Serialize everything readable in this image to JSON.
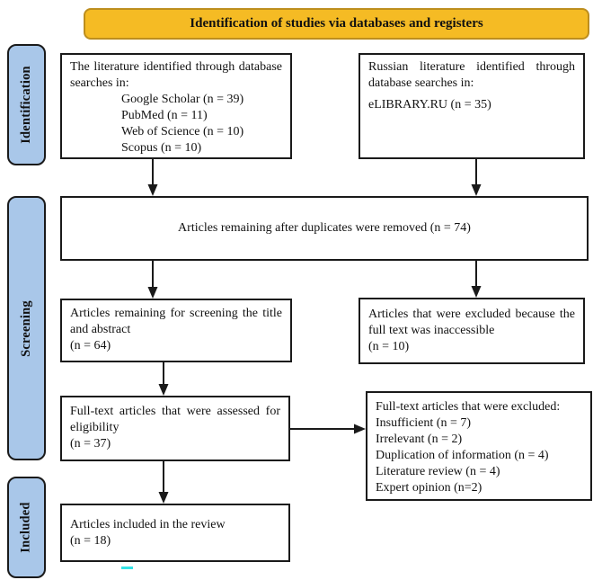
{
  "colors": {
    "banner_fill": "#F5BB24",
    "banner_border": "#BD8E1E",
    "sidebar_fill": "#A9C7E9",
    "box_border": "#1A1A1A",
    "highlight_mark": "#35E3E6"
  },
  "banner": {
    "title": "Identification of studies via databases and registers"
  },
  "sidebar": {
    "stages": [
      {
        "label": "Identification"
      },
      {
        "label": "Screening"
      },
      {
        "label": "Included"
      }
    ]
  },
  "flow": {
    "databases_left": {
      "intro": "The literature identified through database searches in:",
      "sources": [
        "Google Scholar (n = 39)",
        "PubMed (n = 11)",
        "Web of Science (n = 10)",
        "Scopus (n = 10)"
      ]
    },
    "databases_right": {
      "intro": "Russian literature identified through database searches in:",
      "source": "eLIBRARY.RU (n = 35)"
    },
    "duplicates_removed": {
      "text": "Articles remaining after duplicates were removed (n = 74)"
    },
    "screening": {
      "text": "Articles remaining for screening the title and abstract",
      "count": "(n = 64)"
    },
    "inaccessible": {
      "text": "Articles that were excluded because the full text was inaccessible",
      "count": "(n = 10)"
    },
    "eligibility": {
      "text": "Full-text articles that were assessed for eligibility",
      "count": "(n = 37)"
    },
    "excluded": {
      "title": "Full-text articles that were excluded:",
      "reasons": [
        "Insufficient (n = 7)",
        "Irrelevant (n = 2)",
        "Duplication of information (n = 4)",
        "Literature review (n = 4)",
        "Expert opinion (n=2)"
      ]
    },
    "included": {
      "text": "Articles included in the review",
      "count": "(n = 18)"
    }
  }
}
